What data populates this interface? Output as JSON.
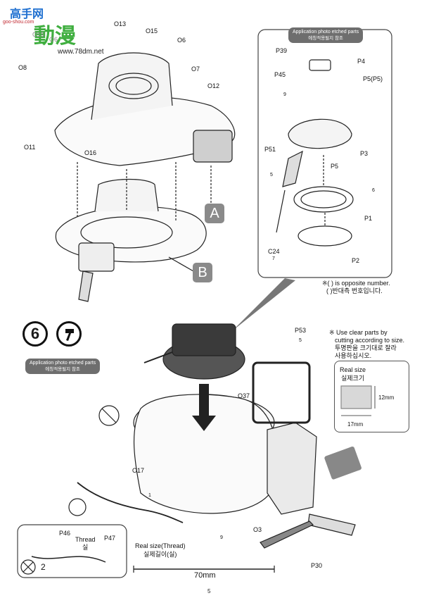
{
  "watermark": {
    "site_cn": "高手网",
    "site_en": "goo-shou.com",
    "anime": "動漫",
    "url": "www.78dm.net"
  },
  "top_left_parts": [
    "O13",
    "O15",
    "O6",
    "O15",
    "O6",
    "O8",
    "O7",
    "O12",
    "O11",
    "O16"
  ],
  "callouts": {
    "a": "A",
    "b": "B"
  },
  "inset": {
    "pill_en": "Application photo etched parts",
    "pill_kr": "에칭적용될지 참조",
    "parts": [
      "P39",
      "P4",
      "P45",
      "P5(P5)",
      "P3",
      "P51",
      "P5",
      "P1",
      "C24",
      "P2"
    ],
    "step_marks": [
      "9",
      "6",
      "5",
      "7"
    ],
    "opposite_en": "※( ) is opposite number.",
    "opposite_kr": "( )반대측 번호입니다."
  },
  "step": {
    "number": "6"
  },
  "lower": {
    "pill_en": "Application photo etched parts",
    "pill_kr": "에칭적용될지 참조",
    "parts": [
      "P53",
      "O37",
      "O17",
      "O3",
      "P30"
    ],
    "marks": [
      "5",
      "1",
      "9"
    ]
  },
  "clear_note": {
    "line1": "※ Use clear parts by",
    "line2": "cutting according to size.",
    "line3": "투명판을 크기대로 잘라",
    "line4": "사용하십시오."
  },
  "real_size": {
    "en": "Real size",
    "kr": "실제크기",
    "h": "12mm",
    "w": "17mm"
  },
  "thread_box": {
    "p46": "P46",
    "thread": "Thread",
    "thread_kr": "실",
    "p47": "P47",
    "count": "2"
  },
  "thread_real": {
    "en": "Real size(Thread)",
    "kr": "실제길이(실)",
    "length": "70mm"
  },
  "page_number": "5"
}
